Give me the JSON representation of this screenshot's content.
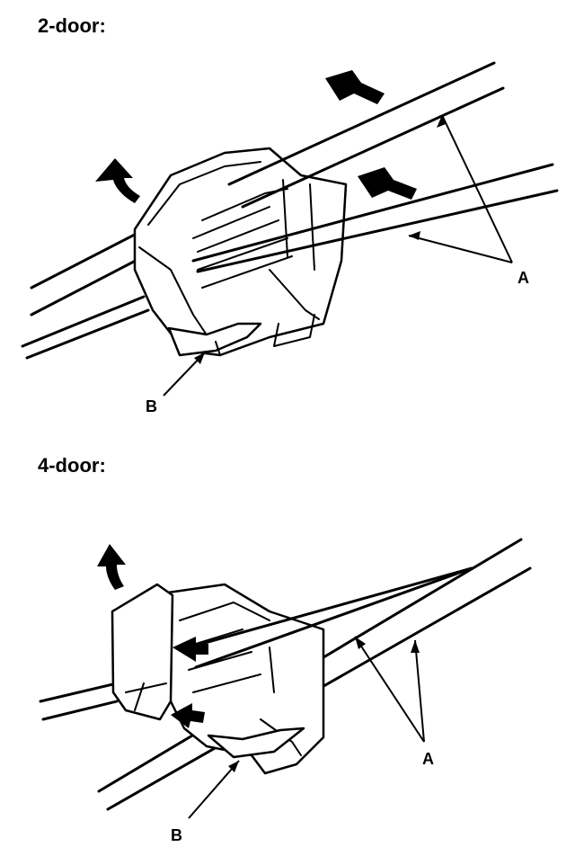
{
  "figure": {
    "section1": {
      "title": "2-door:",
      "labels": {
        "a": "A",
        "b": "B"
      }
    },
    "section2": {
      "title": "4-door:",
      "labels": {
        "a": "A",
        "b": "B"
      }
    }
  }
}
